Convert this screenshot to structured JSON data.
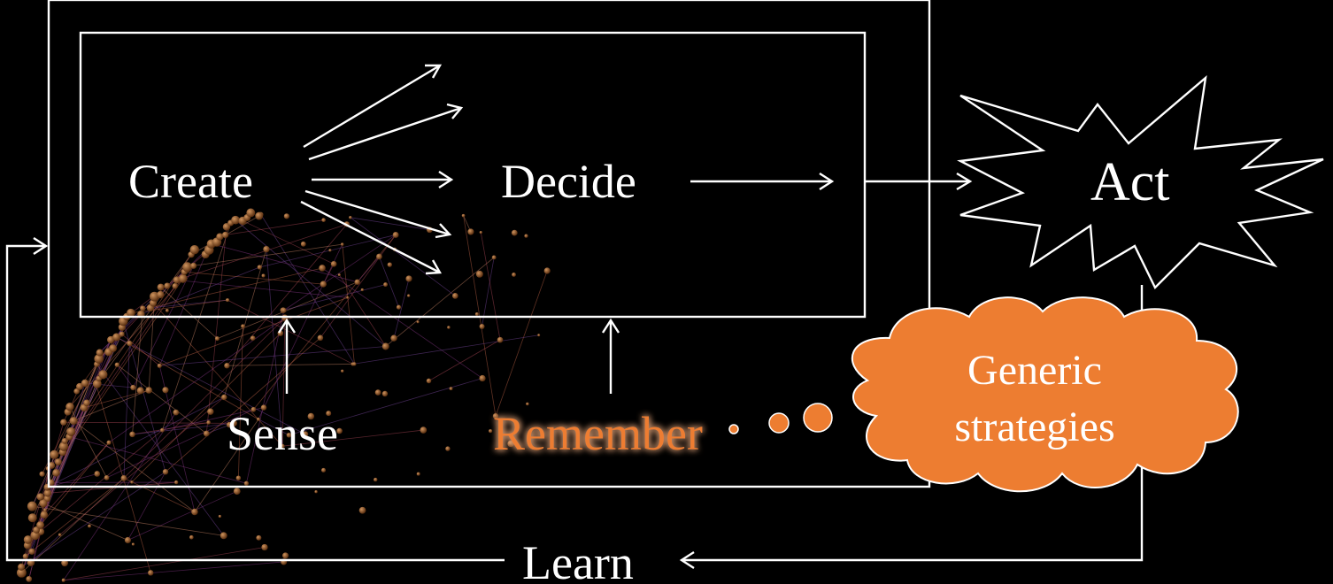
{
  "diagram": {
    "create": "Create",
    "decide": "Decide",
    "act": "Act",
    "sense": "Sense",
    "remember": "Remember",
    "learn": "Learn",
    "cloud_line1": "Generic",
    "cloud_line2": "strategies"
  },
  "colors": {
    "background": "#000000",
    "line": "#ffffff",
    "accent": "#ed7d31",
    "remember_glow": "#f4b183"
  }
}
